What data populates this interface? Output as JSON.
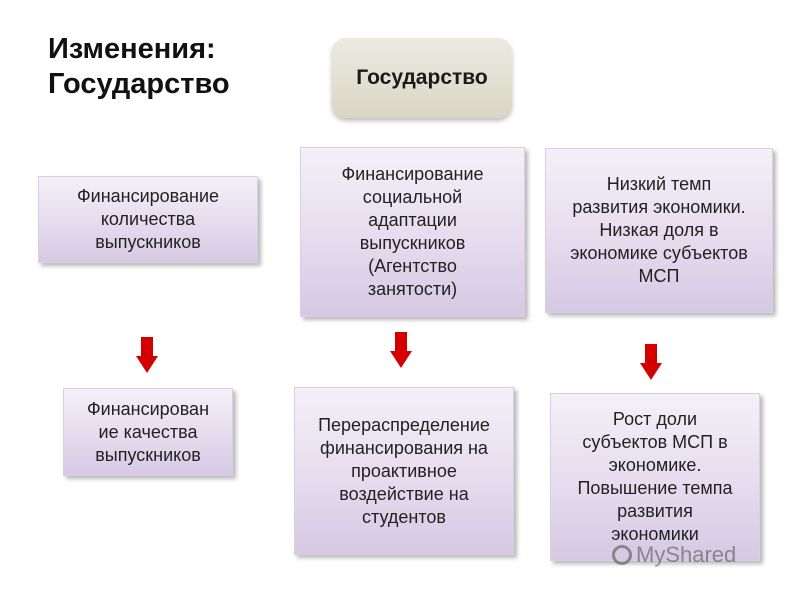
{
  "heading": {
    "line1": "Изменения:",
    "line2": "Государство"
  },
  "top_node": {
    "label": "Государство"
  },
  "boxes": {
    "funding_quantity": [
      "Финансирование",
      "количества",
      "выпускников"
    ],
    "social_adaptation": [
      "Финансирование",
      "социальной",
      "адаптации",
      "выпускников",
      "(Агентство",
      "занятости)"
    ],
    "low_growth": [
      "Низкий темп",
      "развития экономики.",
      "Низкая доля в",
      "экономике субъектов",
      "МСП"
    ],
    "funding_quality": [
      "Финансирован",
      "ие качества",
      "выпускников"
    ],
    "redistribution": [
      "Перераспределение",
      "финансирования на",
      "проактивное",
      "воздействие на",
      "студентов"
    ],
    "sme_growth": [
      "Рост доли",
      "субъектов МСП в",
      "экономике.",
      "Повышение темпа",
      "развития",
      "экономики"
    ]
  },
  "watermark": {
    "text": "MyShared"
  },
  "colors": {
    "arrow": "#d40000",
    "box_gradient_top": "#f4f0f8",
    "box_gradient_bottom": "#d5c9e3",
    "top_node_fill": "#e3e0d0"
  }
}
